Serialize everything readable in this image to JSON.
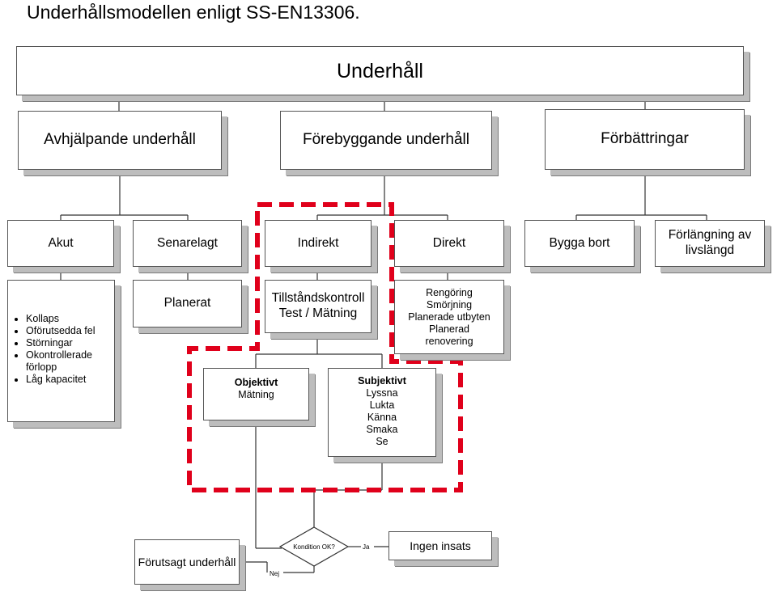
{
  "caption": "Underhållsmodellen enligt SS-EN13306.",
  "root": "Underhåll",
  "level1": {
    "corrective": "Avhjälpande underhåll",
    "preventive": "Förebyggande underhåll",
    "improvements": "Förbättringar"
  },
  "level2": {
    "acute": "Akut",
    "postponed": "Senarelagt",
    "indirect": "Indirekt",
    "direct": "Direkt",
    "design_out": "Bygga bort",
    "life_extension": "Förlängning av\nlivslängd"
  },
  "acute_causes": [
    "Kollaps",
    "Oförutsedda fel",
    "Störningar",
    "Okontrollerade förlopp",
    "Låg kapacitet"
  ],
  "planned": "Planerat",
  "condition_check": "Tillståndskontroll\nTest / Mätning",
  "direct_tasks": "Rengöring\nSmörjning\nPlanerade utbyten\nPlanerad\nrenovering",
  "objective": {
    "title": "Objektivt",
    "body": "Mätning"
  },
  "subjective": {
    "title": "Subjektivt",
    "body": "Lyssna\nLukta\nKänna\nSmaka\nSe"
  },
  "decision": "Kondition OK?",
  "yes_label": "Ja",
  "no_label": "Nej",
  "no_action": "Ingen insats",
  "predictive": "Förutsagt underhåll",
  "highlight_color": "#e0001b"
}
